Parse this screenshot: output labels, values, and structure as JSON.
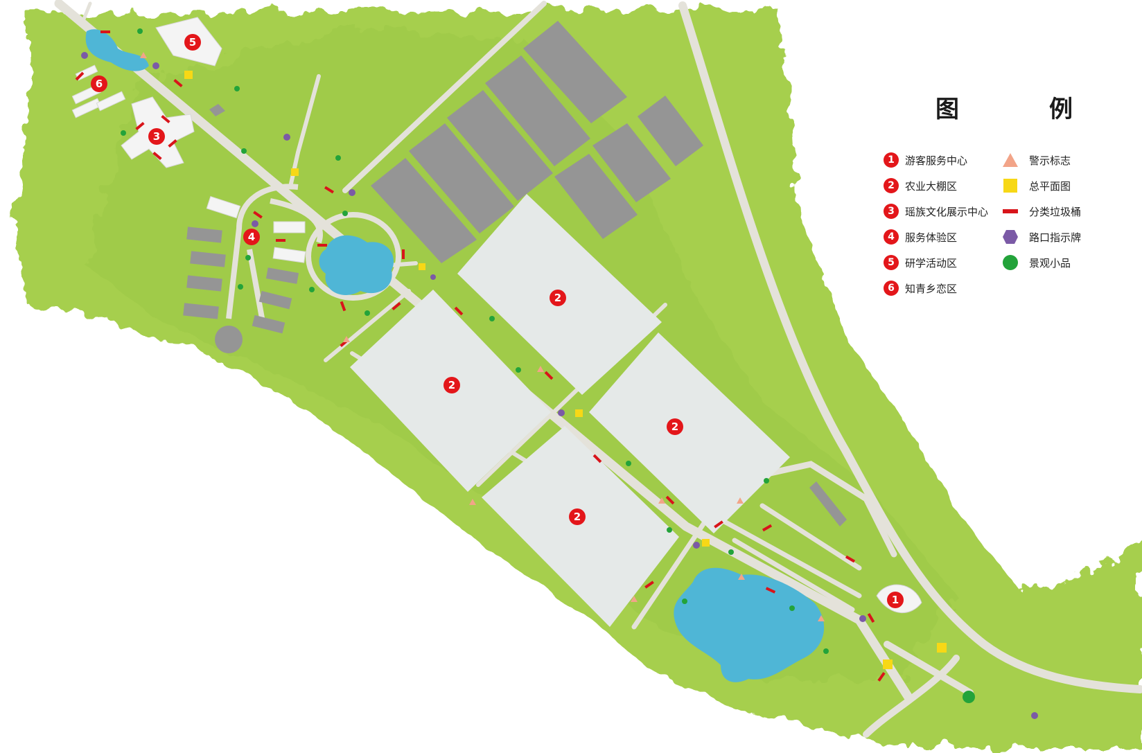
{
  "legend": {
    "title": "图　例",
    "zones": [
      {
        "num": "1",
        "label": "游客服务中心"
      },
      {
        "num": "2",
        "label": "农业大棚区"
      },
      {
        "num": "3",
        "label": "瑶族文化展示中心"
      },
      {
        "num": "4",
        "label": "服务体验区"
      },
      {
        "num": "5",
        "label": "研学活动区"
      },
      {
        "num": "6",
        "label": "知青乡恋区"
      }
    ],
    "symbols": [
      {
        "icon": "warning-triangle-icon",
        "color": "#f2a488",
        "label": "警示标志"
      },
      {
        "icon": "yellow-square-icon",
        "color": "#f7d816",
        "label": "总平面图"
      },
      {
        "icon": "red-bar-icon",
        "color": "#d8141a",
        "label": "分类垃圾桶"
      },
      {
        "icon": "purple-hexagon-icon",
        "color": "#7b5aa6",
        "label": "路口指示牌"
      },
      {
        "icon": "green-circle-icon",
        "color": "#23a33a",
        "label": "景观小品"
      }
    ]
  },
  "map_markers": {
    "zone1": "1",
    "zone2": "2",
    "zone3": "3",
    "zone4": "4",
    "zone5": "5",
    "zone6": "6"
  },
  "colors": {
    "grass": "#a6cf4e",
    "grass_dark": "#8cbf3a",
    "road": "#e4e2da",
    "greenhouse": "#e5e9e8",
    "building": "#959595",
    "water": "#4fb6d6",
    "marker_red": "#e3161a"
  }
}
